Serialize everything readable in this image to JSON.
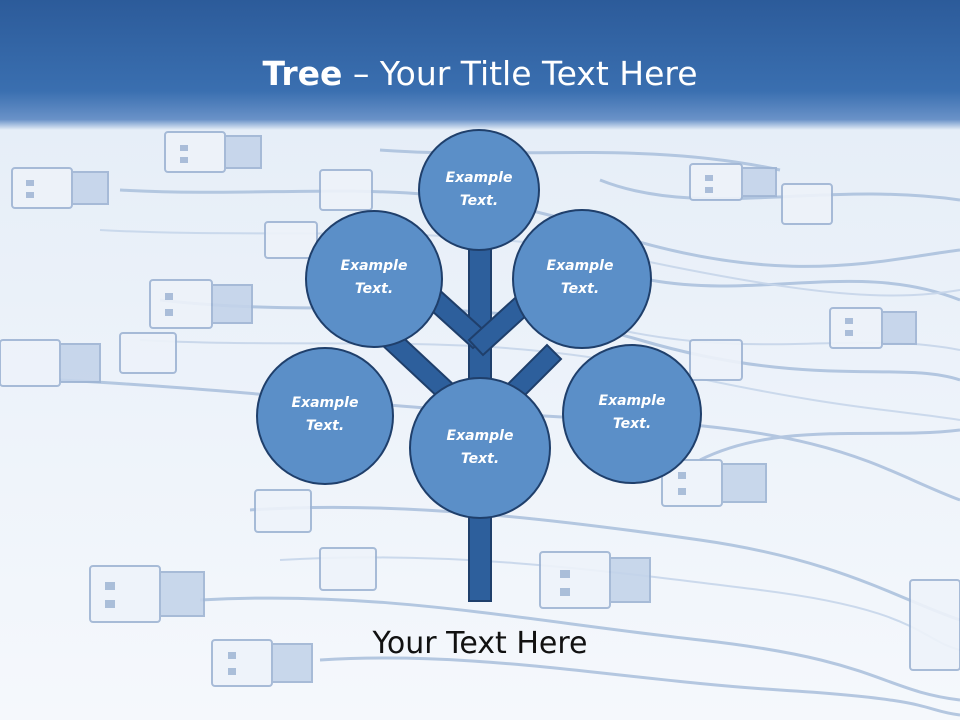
{
  "title": {
    "bold": "Tree",
    "rest": " – Your Title Text Here"
  },
  "nodes": [
    {
      "label_line1": "Example",
      "label_line2": "Text."
    },
    {
      "label_line1": "Example",
      "label_line2": "Text."
    },
    {
      "label_line1": "Example",
      "label_line2": "Text."
    },
    {
      "label_line1": "Example",
      "label_line2": "Text."
    },
    {
      "label_line1": "Example",
      "label_line2": "Text."
    },
    {
      "label_line1": "Example",
      "label_line2": "Text."
    }
  ],
  "subtitle": "Your Text Here",
  "colors": {
    "header": "#2c5b9a",
    "node_fill": "#5b8fc8",
    "node_stroke": "#1f3f6b",
    "trunk": "#2d5f9c",
    "background": "#f3f7fc"
  }
}
